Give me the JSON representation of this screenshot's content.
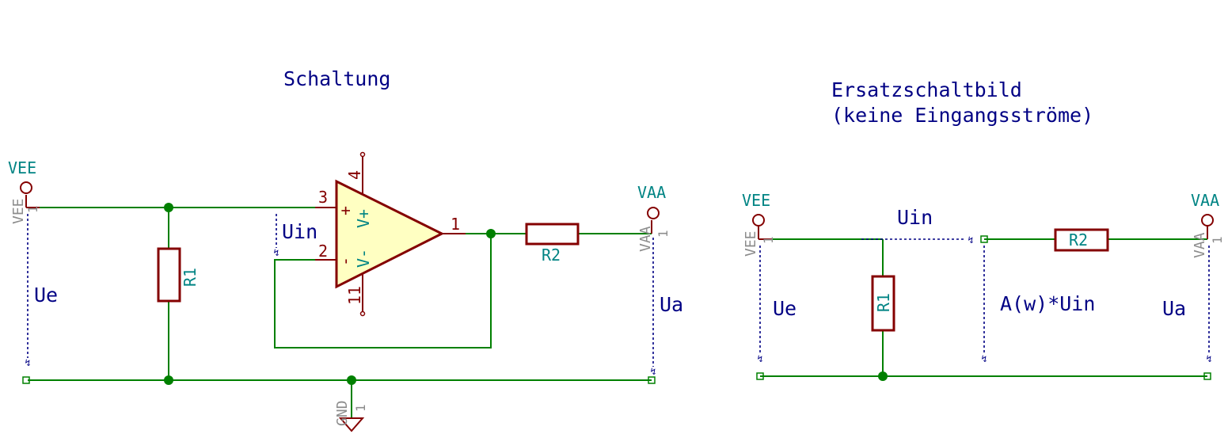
{
  "schaltung": {
    "title": "Schaltung",
    "vee_label": "VEE",
    "vee_value": "VEE",
    "vee_pin": "1",
    "vaa_label": "VAA",
    "vaa_value": "VAA",
    "vaa_pin": "1",
    "gnd_value": "GND",
    "gnd_pin": "1",
    "r1": "R1",
    "r2": "R2",
    "ue": "Ue",
    "ua": "Ua",
    "uin": "Uin",
    "opamp": {
      "pin_plus": "3",
      "pin_minus": "2",
      "pin_out": "1",
      "pin_vpos": "4",
      "pin_vneg": "11",
      "label_plus": "+",
      "label_minus": "-",
      "label_vpos": "V+",
      "label_vneg": "V-"
    }
  },
  "ersatz": {
    "title_line1": "Ersatzschaltbild",
    "title_line2": "(keine Eingangsströme)",
    "vee_label": "VEE",
    "vee_value": "VEE",
    "vee_pin": "1",
    "vaa_label": "VAA",
    "vaa_value": "VAA",
    "vaa_pin": "1",
    "r1": "R1",
    "r2": "R2",
    "ue": "Ue",
    "ua": "Ua",
    "uin": "Uin",
    "source": "A(w)*Uin"
  },
  "colors": {
    "wire": "#008000",
    "component": "#840000",
    "component_fill": "#ffffc2",
    "note_text": "#000084",
    "reference_text": "#008484",
    "value_text": "#8c8c8c"
  }
}
